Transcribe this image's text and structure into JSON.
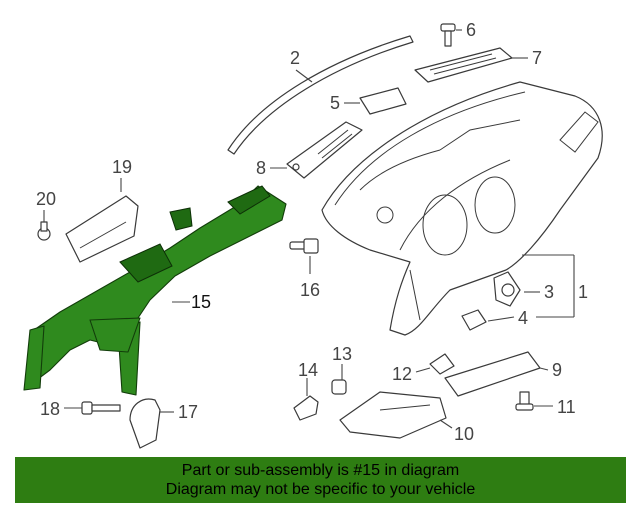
{
  "callouts": {
    "c1": "1",
    "c2": "2",
    "c3": "3",
    "c4": "4",
    "c5": "5",
    "c6": "6",
    "c7": "7",
    "c8": "8",
    "c9": "9",
    "c10": "10",
    "c11": "11",
    "c12": "12",
    "c13": "13",
    "c14": "14",
    "c15": "15",
    "c16": "16",
    "c17": "17",
    "c18": "18",
    "c19": "19",
    "c20": "20"
  },
  "highlighted_part": "15",
  "colors": {
    "highlight": "#2f8a1e",
    "banner": "#2e7d12"
  },
  "banner": {
    "line1": "Part or sub-assembly is #15 in diagram",
    "line2": "Diagram may not be specific to your vehicle"
  }
}
